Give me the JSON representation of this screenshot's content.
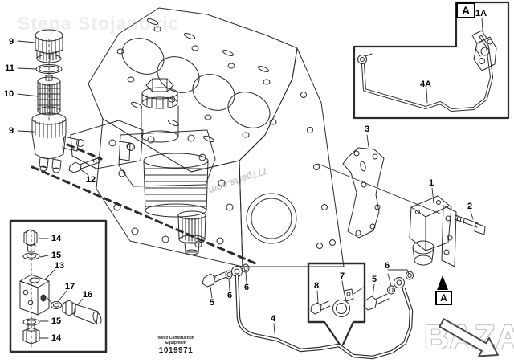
{
  "watermarks": {
    "name": "Stepa Stojanovic",
    "site": "777parts.com",
    "bazar": "BAZAR"
  },
  "footer": {
    "line1": "Volvo Construction",
    "line2": "Equipment",
    "part_number": "1019971"
  },
  "references": {
    "detail_top": "A",
    "detail_bottom": "A"
  },
  "callouts": {
    "c1": "1",
    "c1a": "1A",
    "c2": "2",
    "c3": "3",
    "c4": "4",
    "c4a": "4A",
    "c5_left": "5",
    "c5_right": "5",
    "c6_left_a": "6",
    "c6_left_b": "6",
    "c6_right": "6",
    "c7": "7",
    "c8": "8",
    "c9_top": "9",
    "c9_bottom": "9",
    "c10": "10",
    "c11": "11",
    "c12": "12",
    "c13": "13",
    "c14_top": "14",
    "c14_bottom": "14",
    "c15_top": "15",
    "c15_bottom": "15",
    "c16": "16",
    "c17": "17"
  },
  "colors": {
    "line": "#2b2b2b",
    "watermark_light": "#ededed",
    "watermark_mid": "#c9c9c9",
    "background": "#ffffff"
  }
}
